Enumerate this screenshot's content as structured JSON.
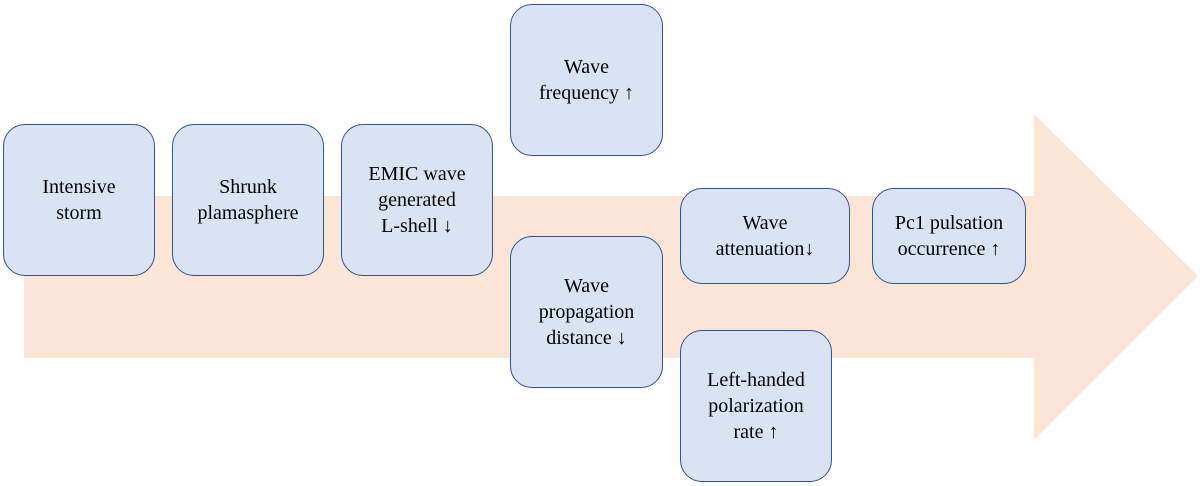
{
  "colors": {
    "arrow_fill": "#fbe5d6",
    "box_fill": "#dae3f3",
    "box_border": "#2f5597"
  },
  "nodes": {
    "intensive_storm": "Intensive\nstorm",
    "shrunk_plasmasphere": "Shrunk\nplamasphere",
    "emic_wave": "EMIC wave\ngenerated\nL-shell ↓",
    "wave_frequency": "Wave\nfrequency ↑",
    "wave_propagation": "Wave\npropagation\ndistance ↓",
    "wave_attenuation": "Wave\nattenuation↓",
    "left_handed": "Left-handed\npolarization\nrate ↑",
    "pc1_pulsation": "Pc1 pulsation\noccurrence ↑"
  }
}
